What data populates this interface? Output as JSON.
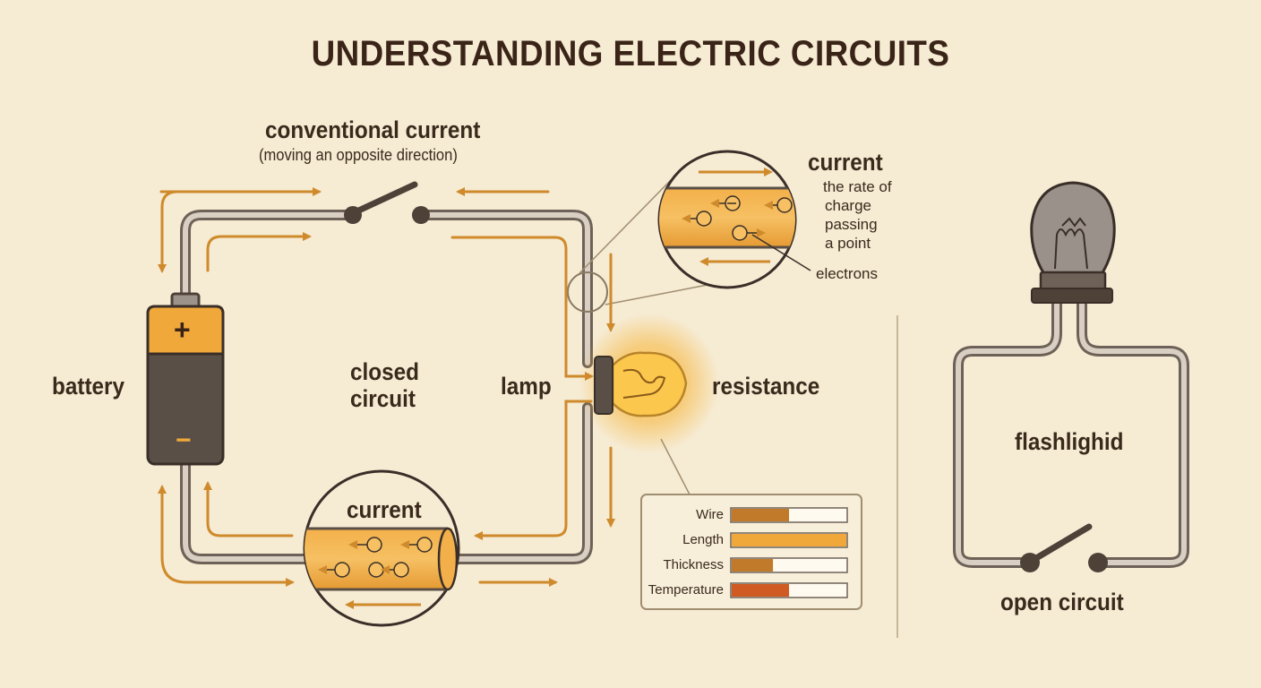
{
  "title": "UNDERSTANDING ELECTRIC CIRCUITS",
  "labels": {
    "conventional_current": "conventional current",
    "conventional_current_note": "(moving an opposite direction)",
    "battery": "battery",
    "closed_circuit_line1": "closed",
    "closed_circuit_line2": "circuit",
    "lamp": "lamp",
    "resistance": "resistance",
    "current_bottom": "current",
    "current_zoom": "current",
    "current_definition_lines": [
      "the rate of",
      "charge",
      "passing",
      "a point"
    ],
    "electrons": "electrons",
    "flashlight": "flashlighid",
    "open_circuit": "open circuit",
    "battery_plus": "+",
    "battery_minus": "−"
  },
  "resistance_factors": [
    {
      "label": "Wire",
      "level": 0.5,
      "color": "#c07a2a"
    },
    {
      "label": "Length",
      "level": 1.0,
      "color": "#f0a83a"
    },
    {
      "label": "Thickness",
      "level": 0.36,
      "color": "#c07a2a"
    },
    {
      "label": "Temperature",
      "level": 0.5,
      "color": "#cf5a22"
    }
  ],
  "colors": {
    "background": "#f6ebd3",
    "wire": "#8a7e72",
    "arrow": "#cf8a2c",
    "battery_top": "#f0a83a",
    "battery_body": "#5a4f46",
    "glow": "#f7b437"
  }
}
